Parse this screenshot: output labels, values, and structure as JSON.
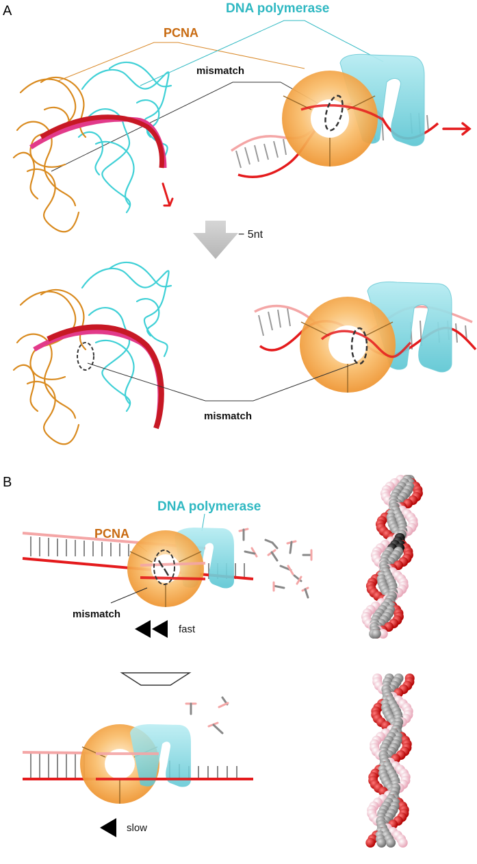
{
  "panels": {
    "a": "A",
    "b": "B"
  },
  "labels": {
    "pcna": "PCNA",
    "dna_polymerase": "DNA polymerase",
    "mismatch": "mismatch",
    "step": "− 5nt",
    "fast": "fast",
    "slow": "slow"
  },
  "colors": {
    "pcna": "#c86a10",
    "pcna_ring": "#f6a64a",
    "polymerase": "#2fb8c2",
    "polymerase_body": "#7dd6e0",
    "template_strand": "#e41a1c",
    "primer_strand": "#f4a6a6",
    "base_pairs": "#888888",
    "down_arrow": "#c8c8c8"
  },
  "icons": {
    "pcna_structure": "ribbon-protein-orange",
    "polymerase_structure": "ribbon-protein-cyan",
    "spacefill_dna": "spacefill-dna-helix"
  }
}
